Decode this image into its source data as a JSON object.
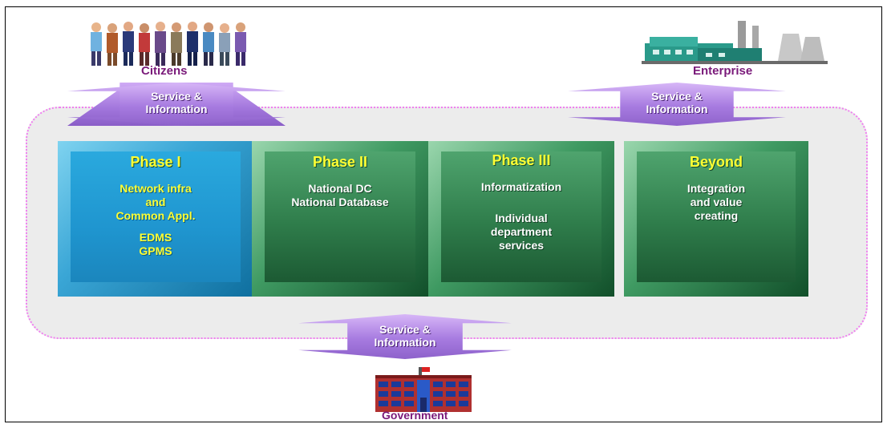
{
  "entities": {
    "citizens": "Citizens",
    "enterprise": "Enterprise",
    "government": "Government"
  },
  "arrows": {
    "citizens_line1": "Service &",
    "citizens_line2": "Information",
    "enterprise_line1": "Service &",
    "enterprise_line2": "Information",
    "government_line1": "Service &",
    "government_line2": "Information"
  },
  "phases": [
    {
      "title": "Phase I",
      "lines": [
        "Network infra",
        "and",
        "Common Appl.",
        "",
        "EDMS",
        "GPMS"
      ]
    },
    {
      "title": "Phase II",
      "lines": [
        "National DC",
        "National Database"
      ]
    },
    {
      "title": "Phase III",
      "lines": [
        "Informatization",
        "",
        "Individual",
        "department",
        "services"
      ]
    },
    {
      "title": "Beyond",
      "lines": [
        "Integration",
        "and value",
        "creating"
      ]
    }
  ],
  "colors": {
    "phase1": "#2aa9de",
    "phase_other": "#2f7d4b",
    "arrow": "#a276dc",
    "border_dotted": "#f07ff0",
    "title_yellow": "#ffff33",
    "entity_label": "#7a1a7a"
  },
  "icons": [
    "people-group-icon",
    "factory-icon",
    "government-building-icon"
  ]
}
